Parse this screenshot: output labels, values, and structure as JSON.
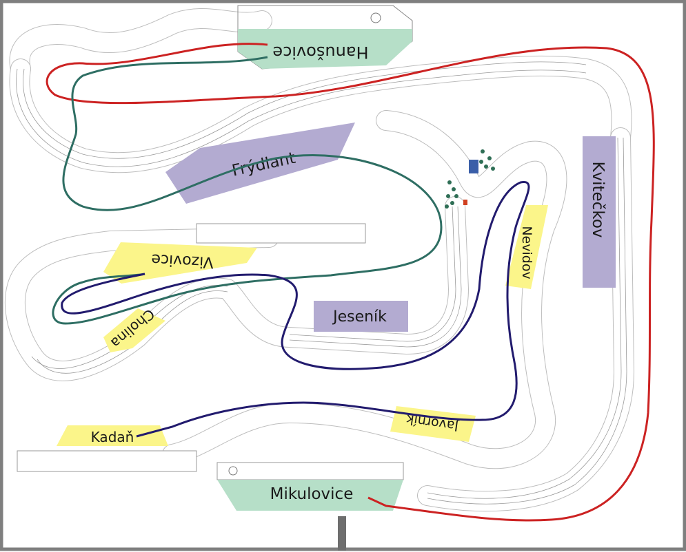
{
  "stations": {
    "hanusovice": {
      "label": "Hanušovice",
      "color": "#b6dfc8"
    },
    "frydlant": {
      "label": "Frýdlant",
      "color": "#b3abd1"
    },
    "kvieckov": {
      "label": "Kvitečkov",
      "color": "#b3abd1"
    },
    "vizovice": {
      "label": "Vizovice",
      "color": "#fbf58a"
    },
    "cholina": {
      "label": "Cholina",
      "color": "#fbf58a"
    },
    "jesenik": {
      "label": "Jeseník",
      "color": "#b3abd1"
    },
    "nevidov": {
      "label": "Nevidov",
      "color": "#fbf58a"
    },
    "javornik": {
      "label": "Javorník",
      "color": "#fbf58a"
    },
    "kadan": {
      "label": "Kadaň",
      "color": "#fbf58a"
    },
    "mikulovice": {
      "label": "Mikulovice",
      "color": "#b6dfc8"
    }
  },
  "routes": [
    {
      "id": "red-route",
      "color": "#cc2222"
    },
    {
      "id": "teal-route",
      "color": "#2e6e63"
    },
    {
      "id": "navy-route",
      "color": "#221b6e"
    }
  ],
  "frame_color": "#7f7f7f"
}
